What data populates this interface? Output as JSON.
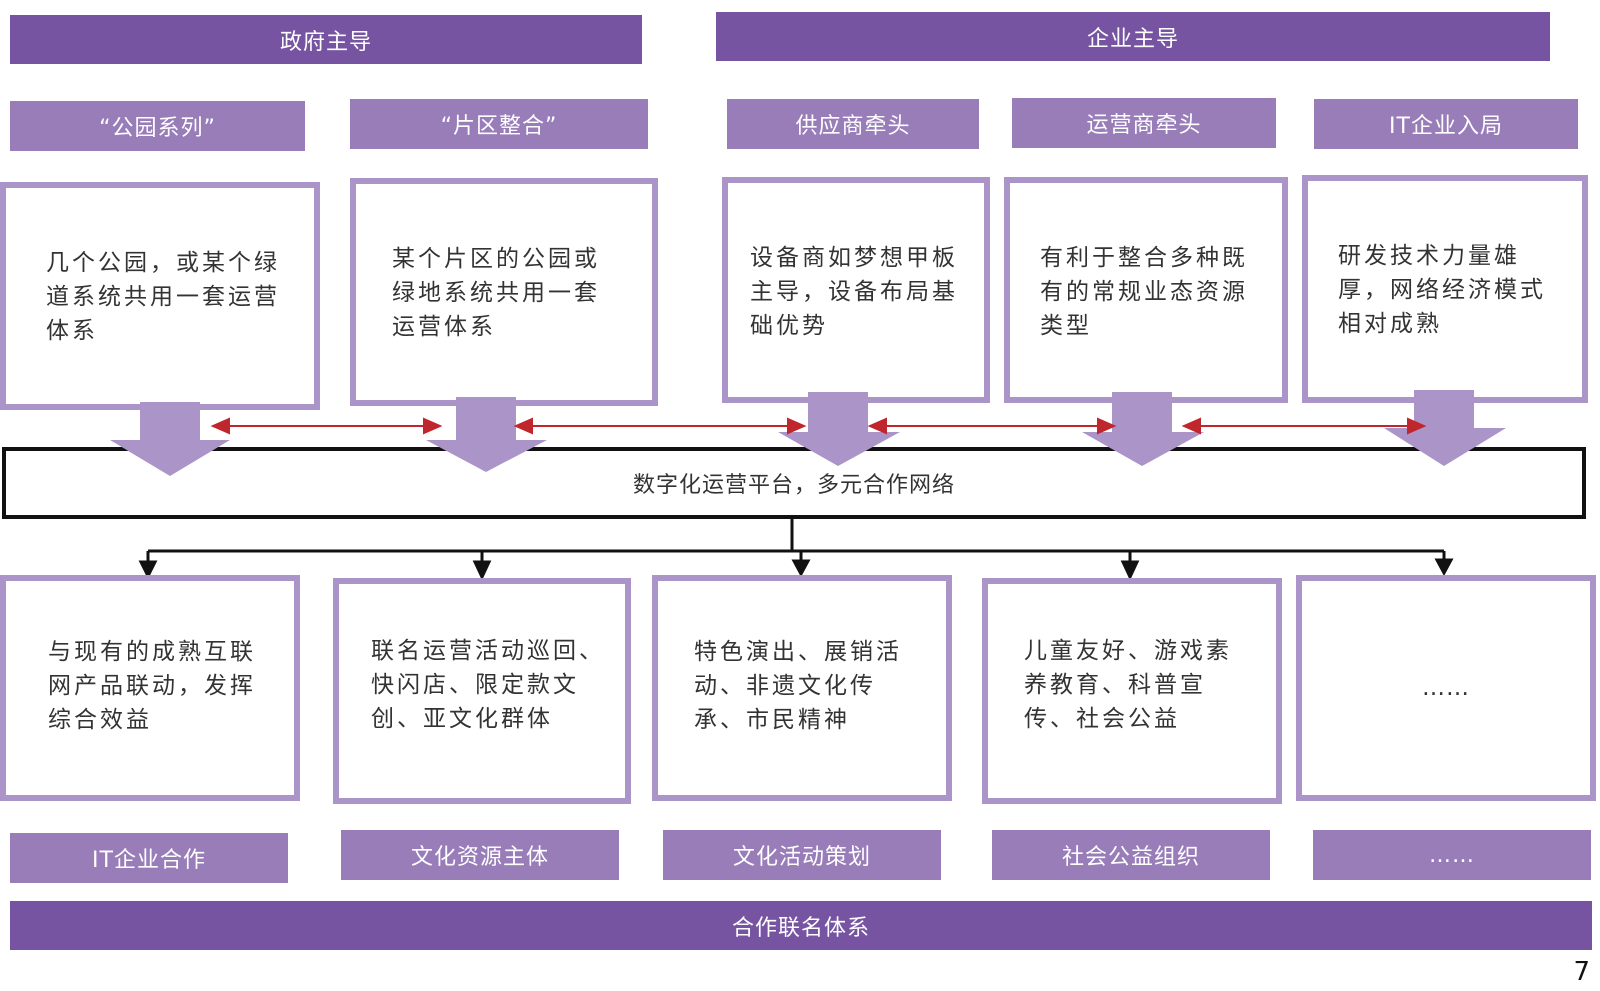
{
  "header": {
    "gov_led": "政府主导",
    "enterprise_led": "企业主导"
  },
  "modes": [
    {
      "label": "“公园系列”",
      "desc": "几个公园，或某个绿道系统共用一套运营体系"
    },
    {
      "label": "“片区整合”",
      "desc": "某个片区的公园或绿地系统共用一套运营体系"
    },
    {
      "label": "供应商牵头",
      "desc": "设备商如梦想甲板主导，设备布局基础优势"
    },
    {
      "label": "运营商牵头",
      "desc": "有利于整合多种既有的常规业态资源类型"
    },
    {
      "label": "IT企业入局",
      "desc": "研发技术力量雄厚，网络经济模式相对成熟"
    }
  ],
  "platform": {
    "label": "数字化运营平台，多元合作网络"
  },
  "outcomes": [
    {
      "desc": "与现有的成熟互联网产品联动，发挥综合效益",
      "label": "IT企业合作"
    },
    {
      "desc": "联名运营活动巡回、快闪店、限定款文创、亚文化群体",
      "label": "文化资源主体"
    },
    {
      "desc": "特色演出、展销活动、非遗文化传承、市民精神",
      "label": "文化活动策划"
    },
    {
      "desc": "儿童友好、游戏素养教育、科普宣传、社会公益",
      "label": "社会公益组织"
    },
    {
      "desc": "……",
      "label": "……"
    }
  ],
  "footer": {
    "label": "合作联名体系"
  },
  "page_number": "7",
  "colors": {
    "dark_purple": "#7654a2",
    "light_purple": "#987db9",
    "box_border": "#ab95c8",
    "red_arrow": "#c0272d"
  }
}
